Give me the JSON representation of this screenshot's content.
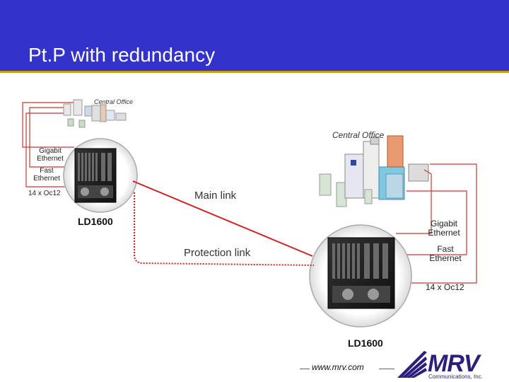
{
  "title": "Pt.P with redundancy",
  "left_node": {
    "device_label": "LD1600",
    "office_label": "Central Office",
    "ports": [
      "Gigabit Ethernet",
      "Fast Ethernet",
      "14 x Oc12"
    ]
  },
  "right_node": {
    "device_label": "LD1600",
    "office_label": "Central Office",
    "ports": [
      "Gigabit Ethernet",
      "Fast Ethernet",
      "14 x Oc12"
    ]
  },
  "links": {
    "main": "Main link",
    "protection": "Protection link"
  },
  "footer": {
    "url": "www.mrv.com",
    "logo_text": "MRV",
    "logo_sub": "Communications, Inc."
  },
  "colors": {
    "header_bg": "#3333cc",
    "header_line": "#c8a000",
    "link_red": "#cc2222",
    "logo_blue": "#2a1f7a"
  }
}
